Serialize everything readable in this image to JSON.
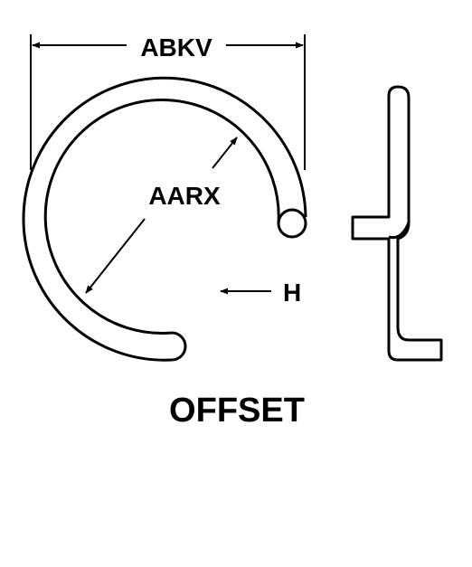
{
  "labels": {
    "width_dim": "ABKV",
    "radius_dim": "AARX",
    "height_marker": "H",
    "title": "OFFSET"
  },
  "colors": {
    "ink": "#000000",
    "paper": "#ffffff"
  }
}
